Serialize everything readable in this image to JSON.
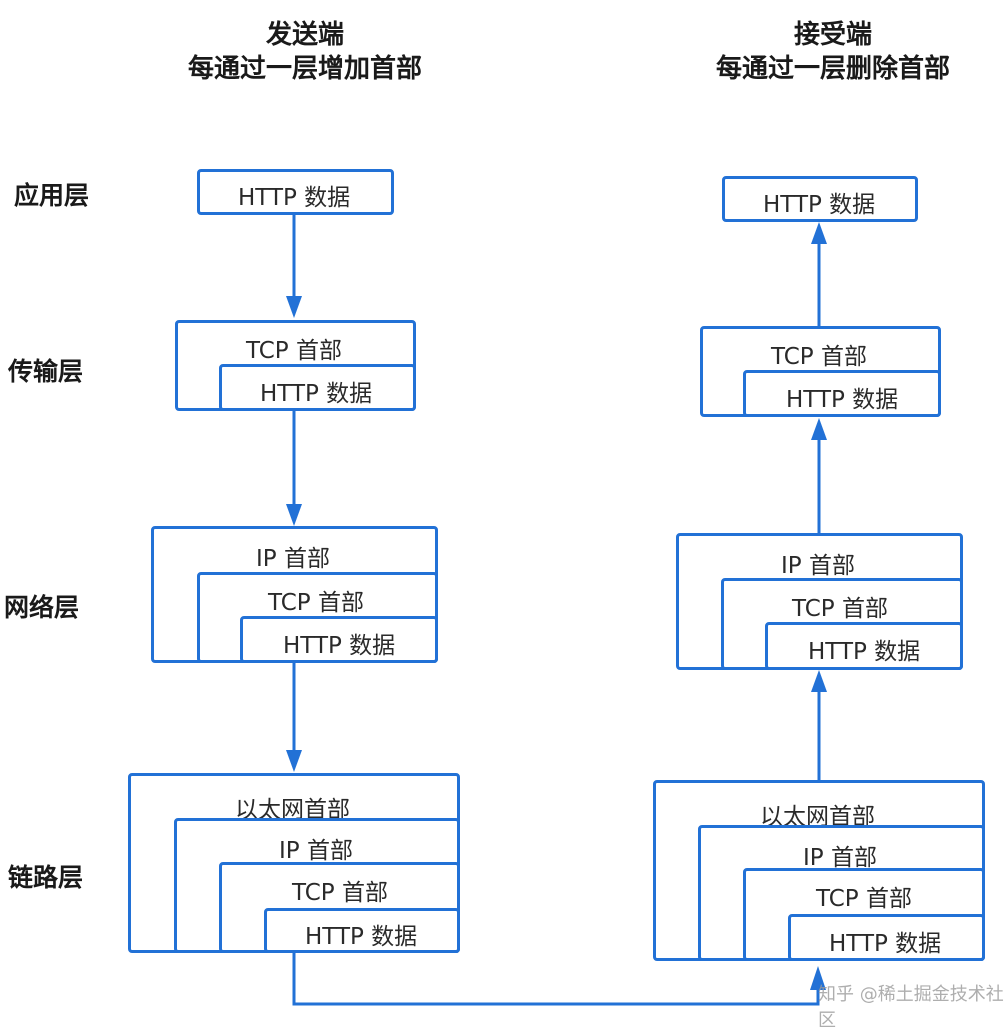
{
  "sender": {
    "title": "发送端",
    "subtitle": "每通过一层增加首部"
  },
  "receiver": {
    "title": "接受端",
    "subtitle": "每通过一层删除首部"
  },
  "layers": {
    "app": "应用层",
    "transport": "传输层",
    "network": "网络层",
    "link": "链路层"
  },
  "labels": {
    "http": "HTTP 数据",
    "tcp": "TCP 首部",
    "ip": "IP 首部",
    "eth": "以太网首部"
  },
  "watermark": "知乎 @稀土掘金技术社区",
  "colors": {
    "accent": "#2271d6"
  }
}
